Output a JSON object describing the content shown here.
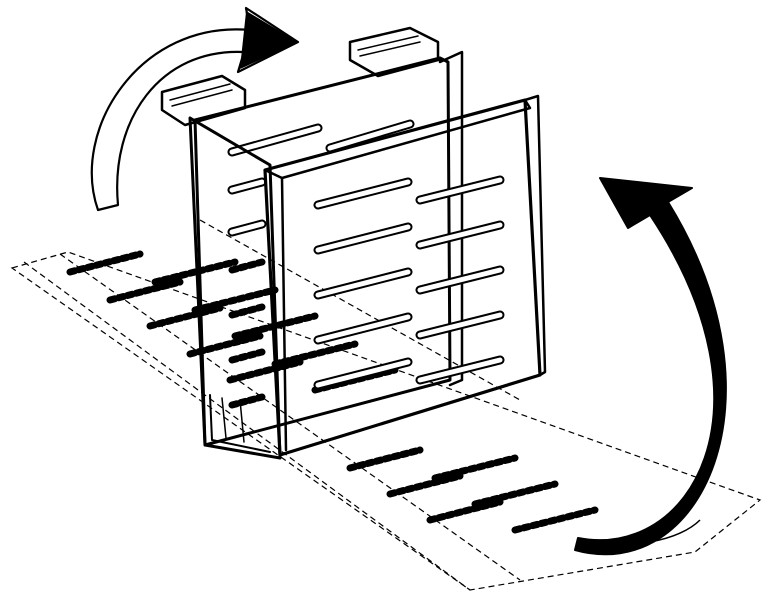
{
  "diagram": {
    "kind": "line-illustration",
    "subject": "folding",
    "colors": {
      "ink": "#000000",
      "background": "#ffffff",
      "arrow_fill": "#000000",
      "arrow_outline_fill": "#ffffff"
    },
    "states": [
      "flat-unfolded",
      "folded-u-channel"
    ],
    "arrows": [
      {
        "name": "fold-arrow-left",
        "style": "outline",
        "direction": "clockwise"
      },
      {
        "name": "fold-arrow-right",
        "style": "solid",
        "direction": "counterclockwise"
      }
    ],
    "slots_per_wall_row": 2,
    "slot_rows_front_wall": 5,
    "slot_rows_back_wall": 4
  }
}
